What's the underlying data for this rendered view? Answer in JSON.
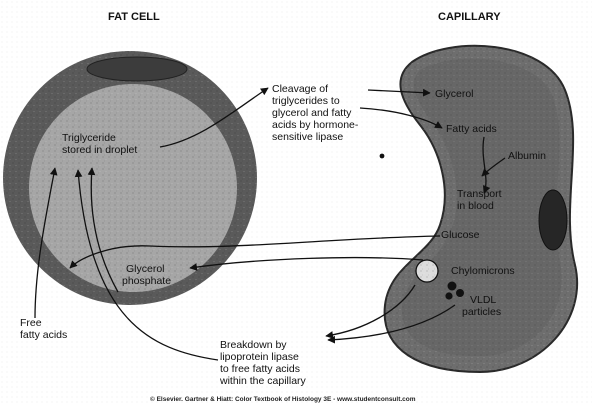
{
  "titles": {
    "fat_cell": "FAT CELL",
    "capillary": "CAPILLARY"
  },
  "labels": {
    "triglyceride": [
      "Triglyceride",
      "stored in droplet"
    ],
    "cleavage": [
      "Cleavage of",
      "triglycerides to",
      "glycerol and fatty",
      "acids by hormone-",
      "sensitive lipase"
    ],
    "glycerol": "Glycerol",
    "fatty_acids": "Fatty acids",
    "albumin": "Albumin",
    "transport": [
      "Transport",
      "in blood"
    ],
    "glucose": "Glucose",
    "glycerol_phosphate": [
      "Glycerol",
      "phosphate"
    ],
    "chylomicrons": "Chylomicrons",
    "vldl": [
      "VLDL",
      "particles"
    ],
    "free_fatty_acids": [
      "Free",
      "fatty acids"
    ],
    "breakdown": [
      "Breakdown by",
      "lipoprotein lipase",
      "to free fatty acids",
      "within the capillary"
    ]
  },
  "caption": "© Elsevier. Gartner & Hiatt: Color Textbook of Histology 3E - www.studentconsult.com",
  "colors": {
    "cell_outer": "#5a5a5a",
    "cell_inner": "#a6a6a6",
    "nucleus": "#3c3c3c",
    "capillary": "#6e6e6e",
    "text": "#111111"
  }
}
